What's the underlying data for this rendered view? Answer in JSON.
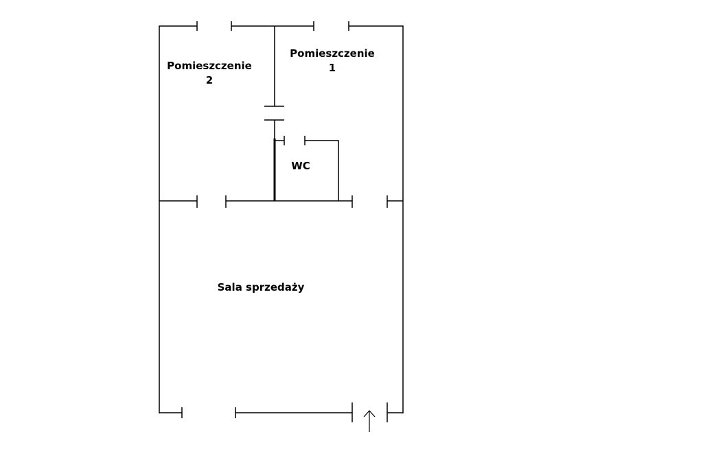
{
  "floor_plan": {
    "rooms": [
      {
        "id": "room-2",
        "lines": [
          "Pomieszczenie",
          "2"
        ]
      },
      {
        "id": "room-1",
        "lines": [
          "Pomieszczenie",
          "1"
        ]
      },
      {
        "id": "wc",
        "lines": [
          "WC"
        ]
      },
      {
        "id": "sales",
        "lines": [
          "Sala sprzedaży"
        ]
      }
    ],
    "entrance_arrow": "up-arrow-icon",
    "colors": {
      "walls": "#000000",
      "background": "#ffffff"
    }
  }
}
